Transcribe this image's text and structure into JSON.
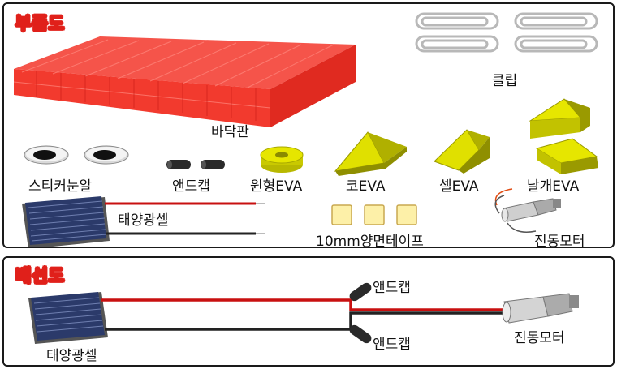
{
  "parts_panel": {
    "title": "부품도",
    "labels": {
      "floor_board": "바닥판",
      "clip": "클립",
      "sticker_eye": "스티커눈알",
      "end_cap": "앤드캡",
      "round_eva": "원형EVA",
      "nose_eva": "코EVA",
      "cell_eva": "셀EVA",
      "wing_eva": "날개EVA",
      "solar_cell": "태양광셀",
      "tape": "10mm양면테이프",
      "vibration_motor": "진동모터"
    }
  },
  "wiring_panel": {
    "title": "배선도",
    "labels": {
      "end_cap_top": "앤드캡",
      "end_cap_bottom": "앤드캡",
      "solar_cell": "태양광셀",
      "vibration_motor": "진동모터"
    }
  },
  "colors": {
    "title_red": "#e0201a",
    "board_red": "#f23a2e",
    "eva_yellow": "#d8d800",
    "wire_red": "#c81010",
    "wire_black": "#222222",
    "tape_yellow": "#fdf0a8"
  }
}
